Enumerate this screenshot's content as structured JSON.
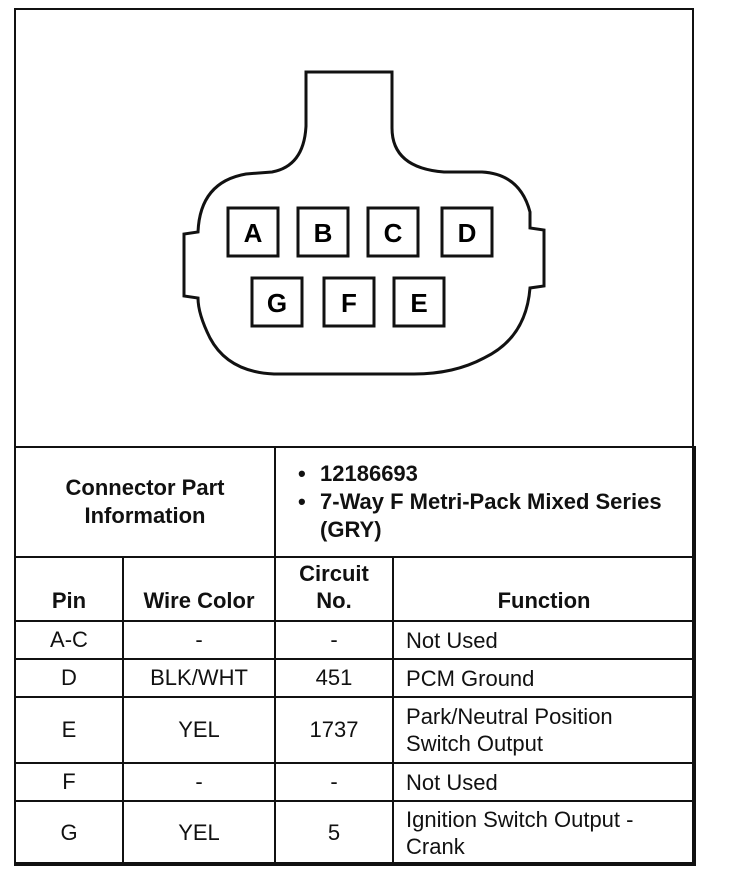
{
  "connector": {
    "pins_top": [
      "A",
      "B",
      "C",
      "D"
    ],
    "pins_bottom": [
      "G",
      "F",
      "E"
    ]
  },
  "part_info": {
    "label": "Connector Part Information",
    "items": [
      "12186693",
      "7-Way F Metri-Pack Mixed Series (GRY)"
    ]
  },
  "table": {
    "headers": {
      "pin": "Pin",
      "wire_color": "Wire Color",
      "circuit": "Circuit No.",
      "function": "Function"
    },
    "rows": [
      {
        "pin": "A-C",
        "wire_color": "-",
        "circuit": "-",
        "function": "Not Used"
      },
      {
        "pin": "D",
        "wire_color": "BLK/WHT",
        "circuit": "451",
        "function": "PCM Ground"
      },
      {
        "pin": "E",
        "wire_color": "YEL",
        "circuit": "1737",
        "function": "Park/Neutral Position Switch Output"
      },
      {
        "pin": "F",
        "wire_color": "-",
        "circuit": "-",
        "function": "Not Used"
      },
      {
        "pin": "G",
        "wire_color": "YEL",
        "circuit": "5",
        "function": "Ignition Switch Output - Crank"
      }
    ]
  }
}
